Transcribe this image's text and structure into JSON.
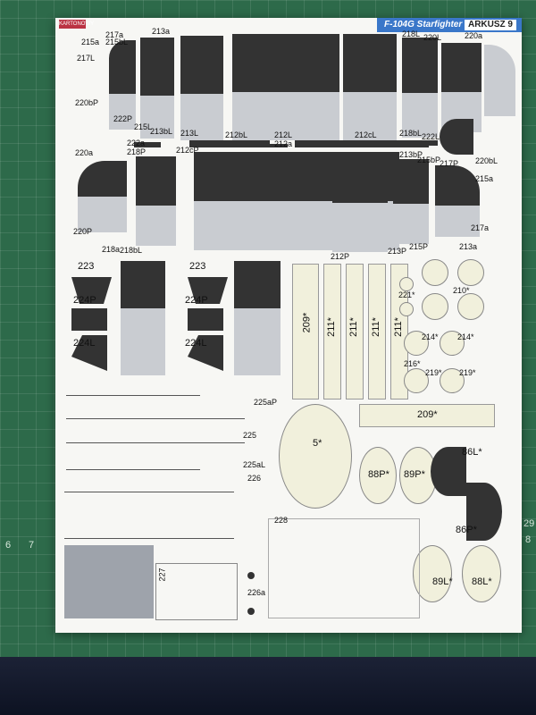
{
  "sheet": {
    "title": "F-104G Starfighter",
    "sheet_label": "ARKUSZ 9",
    "logo_text": "KARTONOWY"
  },
  "ruler_marks": [
    "6",
    "7",
    "8",
    "29"
  ],
  "labels": {
    "p217a": "217a",
    "p215a": "215a",
    "p215bL": "215bL",
    "p217L": "217L",
    "p213a": "213a",
    "p218L": "218L",
    "p220L": "220L",
    "p220a": "220a",
    "p220bP": "220bP",
    "p222P": "222P",
    "p215L": "215L",
    "p213bL": "213bL",
    "p213L": "213L",
    "p212bL": "212bL",
    "p212L": "212L",
    "p212cL": "212cL",
    "p218bL": "218bL",
    "p222L": "222L",
    "p212a": "212a",
    "p212cP": "212cP",
    "p222a": "222a",
    "p218P": "218P",
    "p220a2": "220a",
    "p213bP": "213bP",
    "p215bP": "215bP",
    "p217P": "217P",
    "p220bL": "220bL",
    "p215a2": "215a",
    "p220P": "220P",
    "p218a": "218a",
    "p218bL2": "218bL",
    "p212P": "212P",
    "p213P": "213P",
    "p215P": "215P",
    "p213a2": "213a",
    "p217a2": "217a",
    "p223a": "223",
    "p224Pa": "224P",
    "p224La": "224L",
    "p223b": "223",
    "p224Pb": "224P",
    "p224Lb": "224L",
    "p209": "209*",
    "p211a": "211*",
    "p211b": "211*",
    "p211c": "211*",
    "p211d": "211*",
    "p221": "221*",
    "p210": "210*",
    "p214a": "214*",
    "p214b": "214*",
    "p216": "216*",
    "p219a": "219*",
    "p219b": "219*",
    "p225aP": "225aP",
    "p225": "225",
    "p225aL": "225aL",
    "p226": "226",
    "p209b": "209*",
    "p5": "5*",
    "p86L": "86L*",
    "p88P": "88P*",
    "p89P": "89P*",
    "p86P": "86P*",
    "p89L": "89L*",
    "p88L": "88L*",
    "p228": "228",
    "p227": "227",
    "p226a": "226a"
  }
}
